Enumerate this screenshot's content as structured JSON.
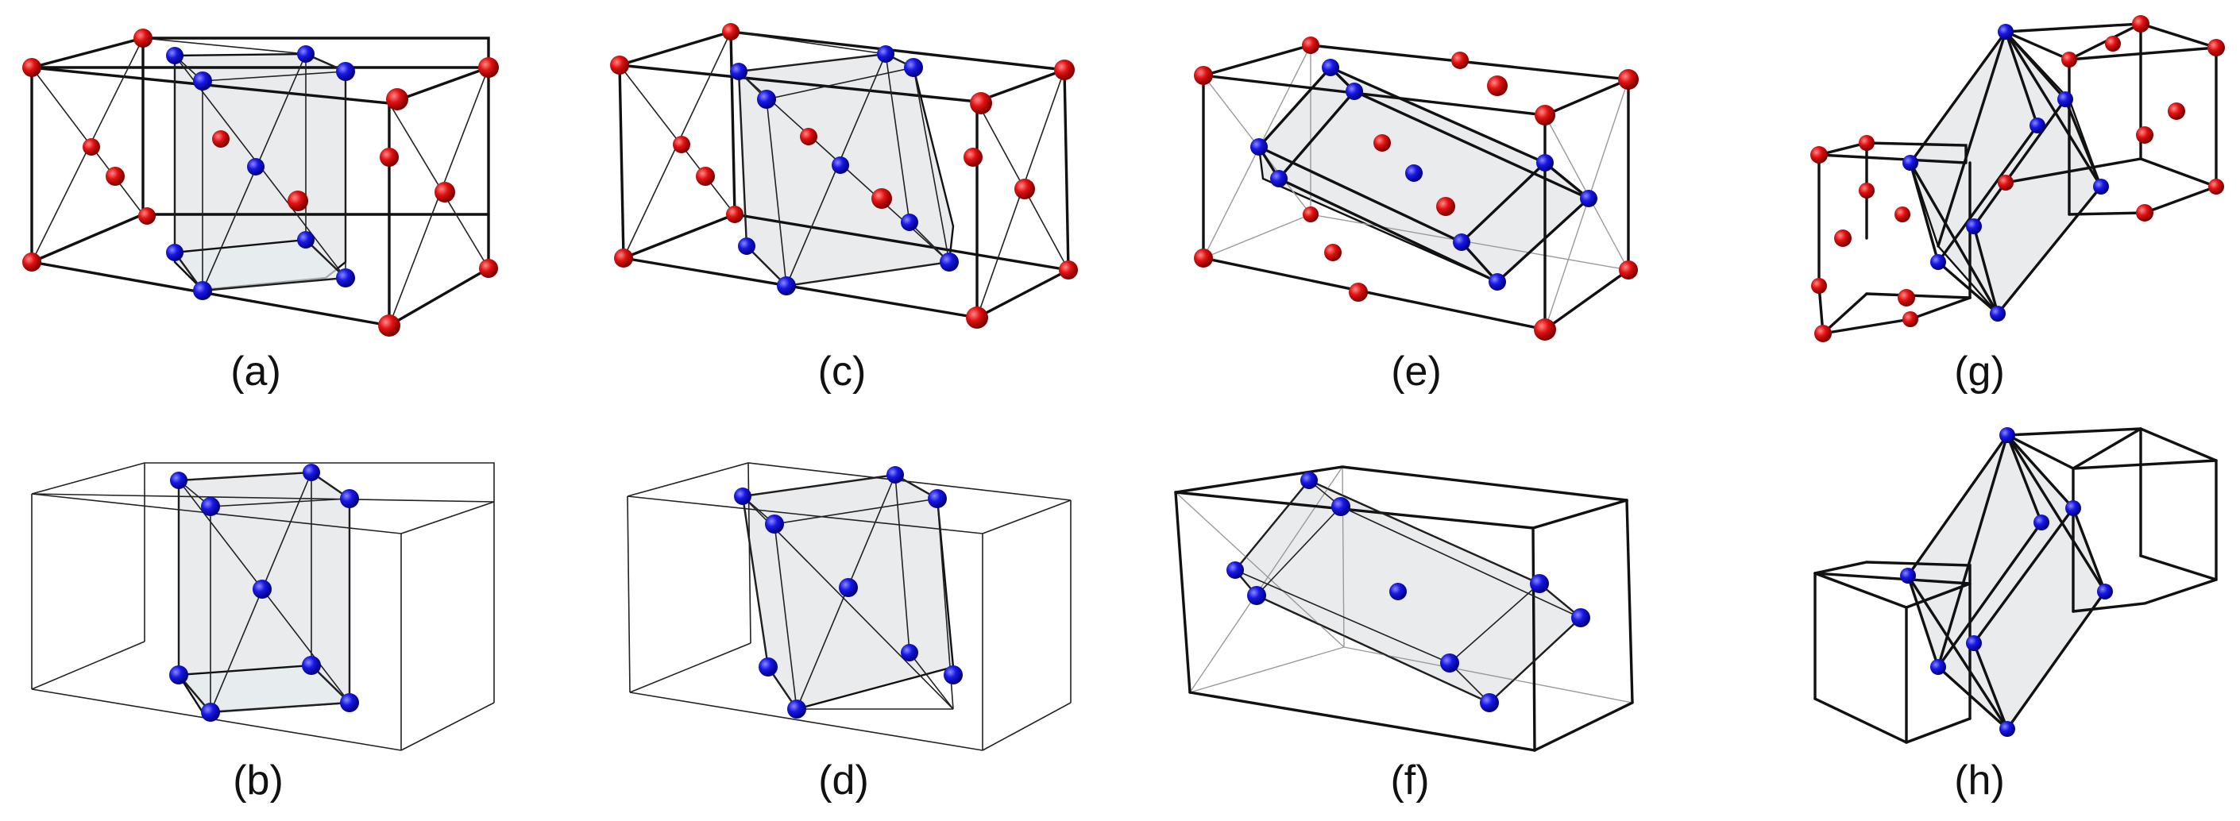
{
  "figure": {
    "panels": [
      {
        "id": "a",
        "label": "(a)"
      },
      {
        "id": "b",
        "label": "(b)"
      },
      {
        "id": "c",
        "label": "(c)"
      },
      {
        "id": "d",
        "label": "(d)"
      },
      {
        "id": "e",
        "label": "(e)"
      },
      {
        "id": "f",
        "label": "(f)"
      },
      {
        "id": "g",
        "label": "(g)"
      },
      {
        "id": "h",
        "label": "(h)"
      }
    ],
    "colors": {
      "red_atom": "#e01010",
      "blue_atom": "#1515e0",
      "edge": "#111111",
      "face": "#d9dbde"
    }
  }
}
